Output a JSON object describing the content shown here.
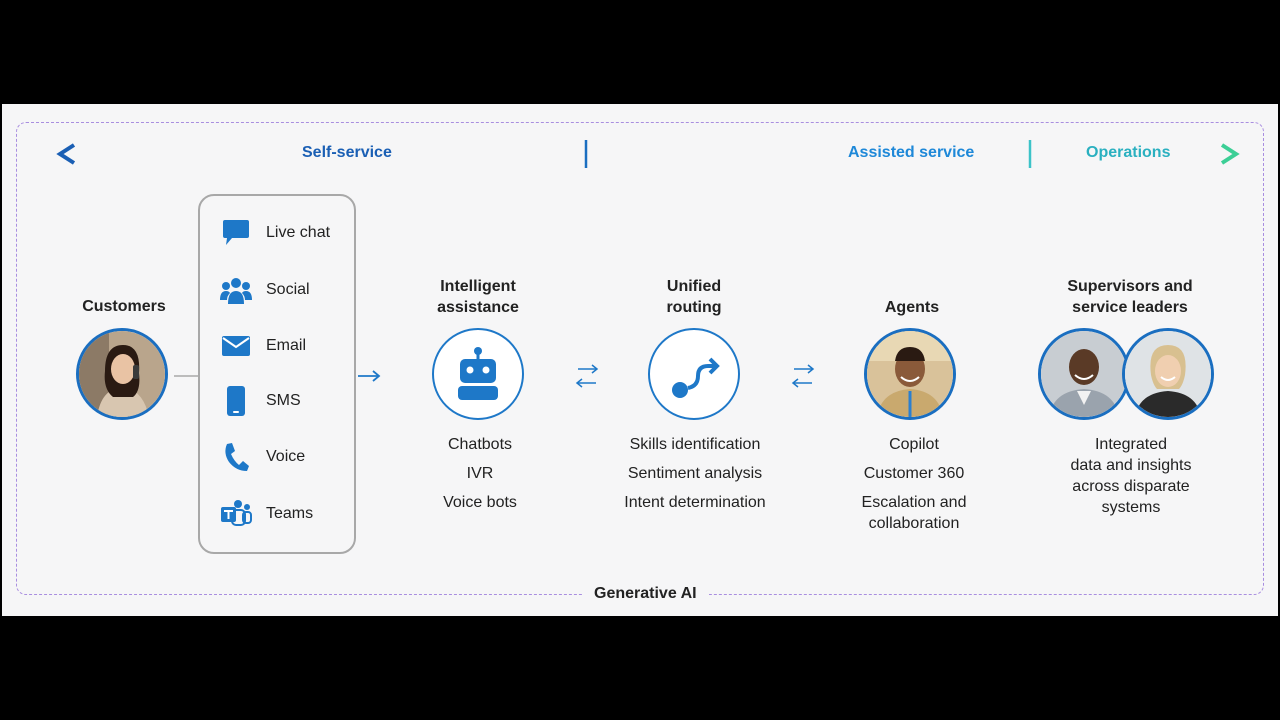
{
  "phases": {
    "self_service": "Self-service",
    "assisted_service": "Assisted service",
    "operations": "Operations"
  },
  "customers": {
    "title": "Customers"
  },
  "channels": [
    {
      "icon": "chat-icon",
      "label": "Live chat"
    },
    {
      "icon": "people-icon",
      "label": "Social"
    },
    {
      "icon": "mail-icon",
      "label": "Email"
    },
    {
      "icon": "phone-device-icon",
      "label": "SMS"
    },
    {
      "icon": "call-icon",
      "label": "Voice"
    },
    {
      "icon": "teams-icon",
      "label": "Teams"
    }
  ],
  "intelligent_assistance": {
    "title_line1": "Intelligent",
    "title_line2": "assistance",
    "icon": "bot-icon",
    "items": [
      "Chatbots",
      "IVR",
      "Voice bots"
    ]
  },
  "unified_routing": {
    "title_line1": "Unified",
    "title_line2": "routing",
    "icon": "route-icon",
    "items": [
      "Skills identification",
      "Sentiment analysis",
      "Intent determination"
    ]
  },
  "agents": {
    "title": "Agents",
    "items": [
      "Copilot",
      "Customer 360",
      "Escalation and",
      "collaboration"
    ]
  },
  "supervisors": {
    "title_line1": "Supervisors and",
    "title_line2": "service leaders",
    "items": [
      "Integrated",
      "data and insights",
      "across disparate",
      "systems"
    ]
  },
  "footer": "Generative AI",
  "colors": {
    "primary_blue": "#1e78c8",
    "dark_blue": "#1a5fb4",
    "teal": "#3cc3c8",
    "green": "#3ccf96",
    "frame_purple": "#a98ee0"
  }
}
